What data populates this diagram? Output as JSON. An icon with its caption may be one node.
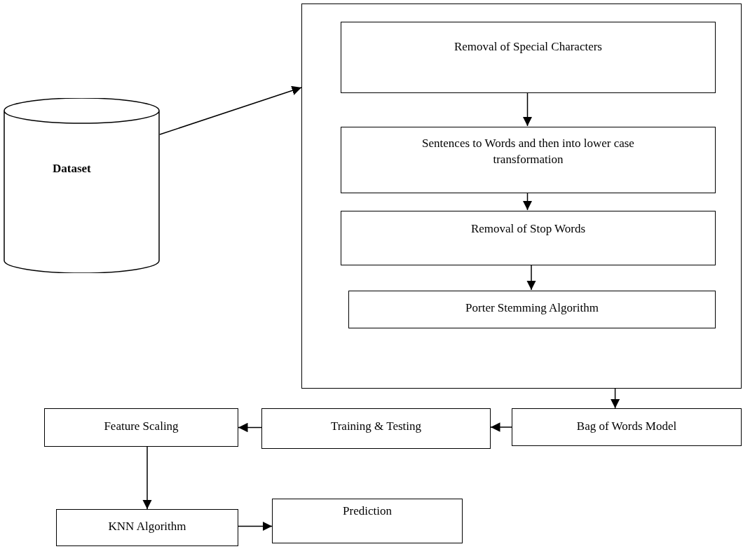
{
  "diagram": {
    "nodes": [
      {
        "text": [
          "Dataset"
        ]
      },
      {
        "text": [],
        "shape": "box"
      },
      {
        "text": [
          "Removal of Special Characters"
        ],
        "in": 1
      },
      {
        "text": [
          "Sentences to Words and then into lower case transformation"
        ],
        "in": 1
      },
      {
        "text": [
          "Removal of Stop Words"
        ],
        "in": 1
      },
      {
        "text": [
          "Porter Stemming Algorithm"
        ],
        "in": 1
      },
      {
        "text": [
          "Bag of Words Model"
        ]
      },
      {
        "text": [
          "Training & Testing"
        ]
      },
      {
        "text": [
          "Feature Scaling"
        ]
      },
      {
        "text": [
          "KNN Algorithm"
        ]
      },
      {
        "text": [
          "Prediction"
        ]
      }
    ],
    "edges": [
      {
        "from": 0,
        "to": 1,
        "arrow": "to"
      },
      {
        "from": 2,
        "to": 3,
        "arrow": "to"
      },
      {
        "from": 3,
        "to": 4,
        "arrow": "to"
      },
      {
        "from": 4,
        "to": 5,
        "arrow": "to"
      },
      {
        "from": 1,
        "to": 6,
        "arrow": "to"
      },
      {
        "from": 6,
        "to": 7,
        "arrow": "to"
      },
      {
        "from": 7,
        "to": 8,
        "arrow": "to"
      },
      {
        "from": 8,
        "to": 9,
        "arrow": "to"
      },
      {
        "from": 9,
        "to": 10,
        "arrow": "to"
      }
    ]
  }
}
